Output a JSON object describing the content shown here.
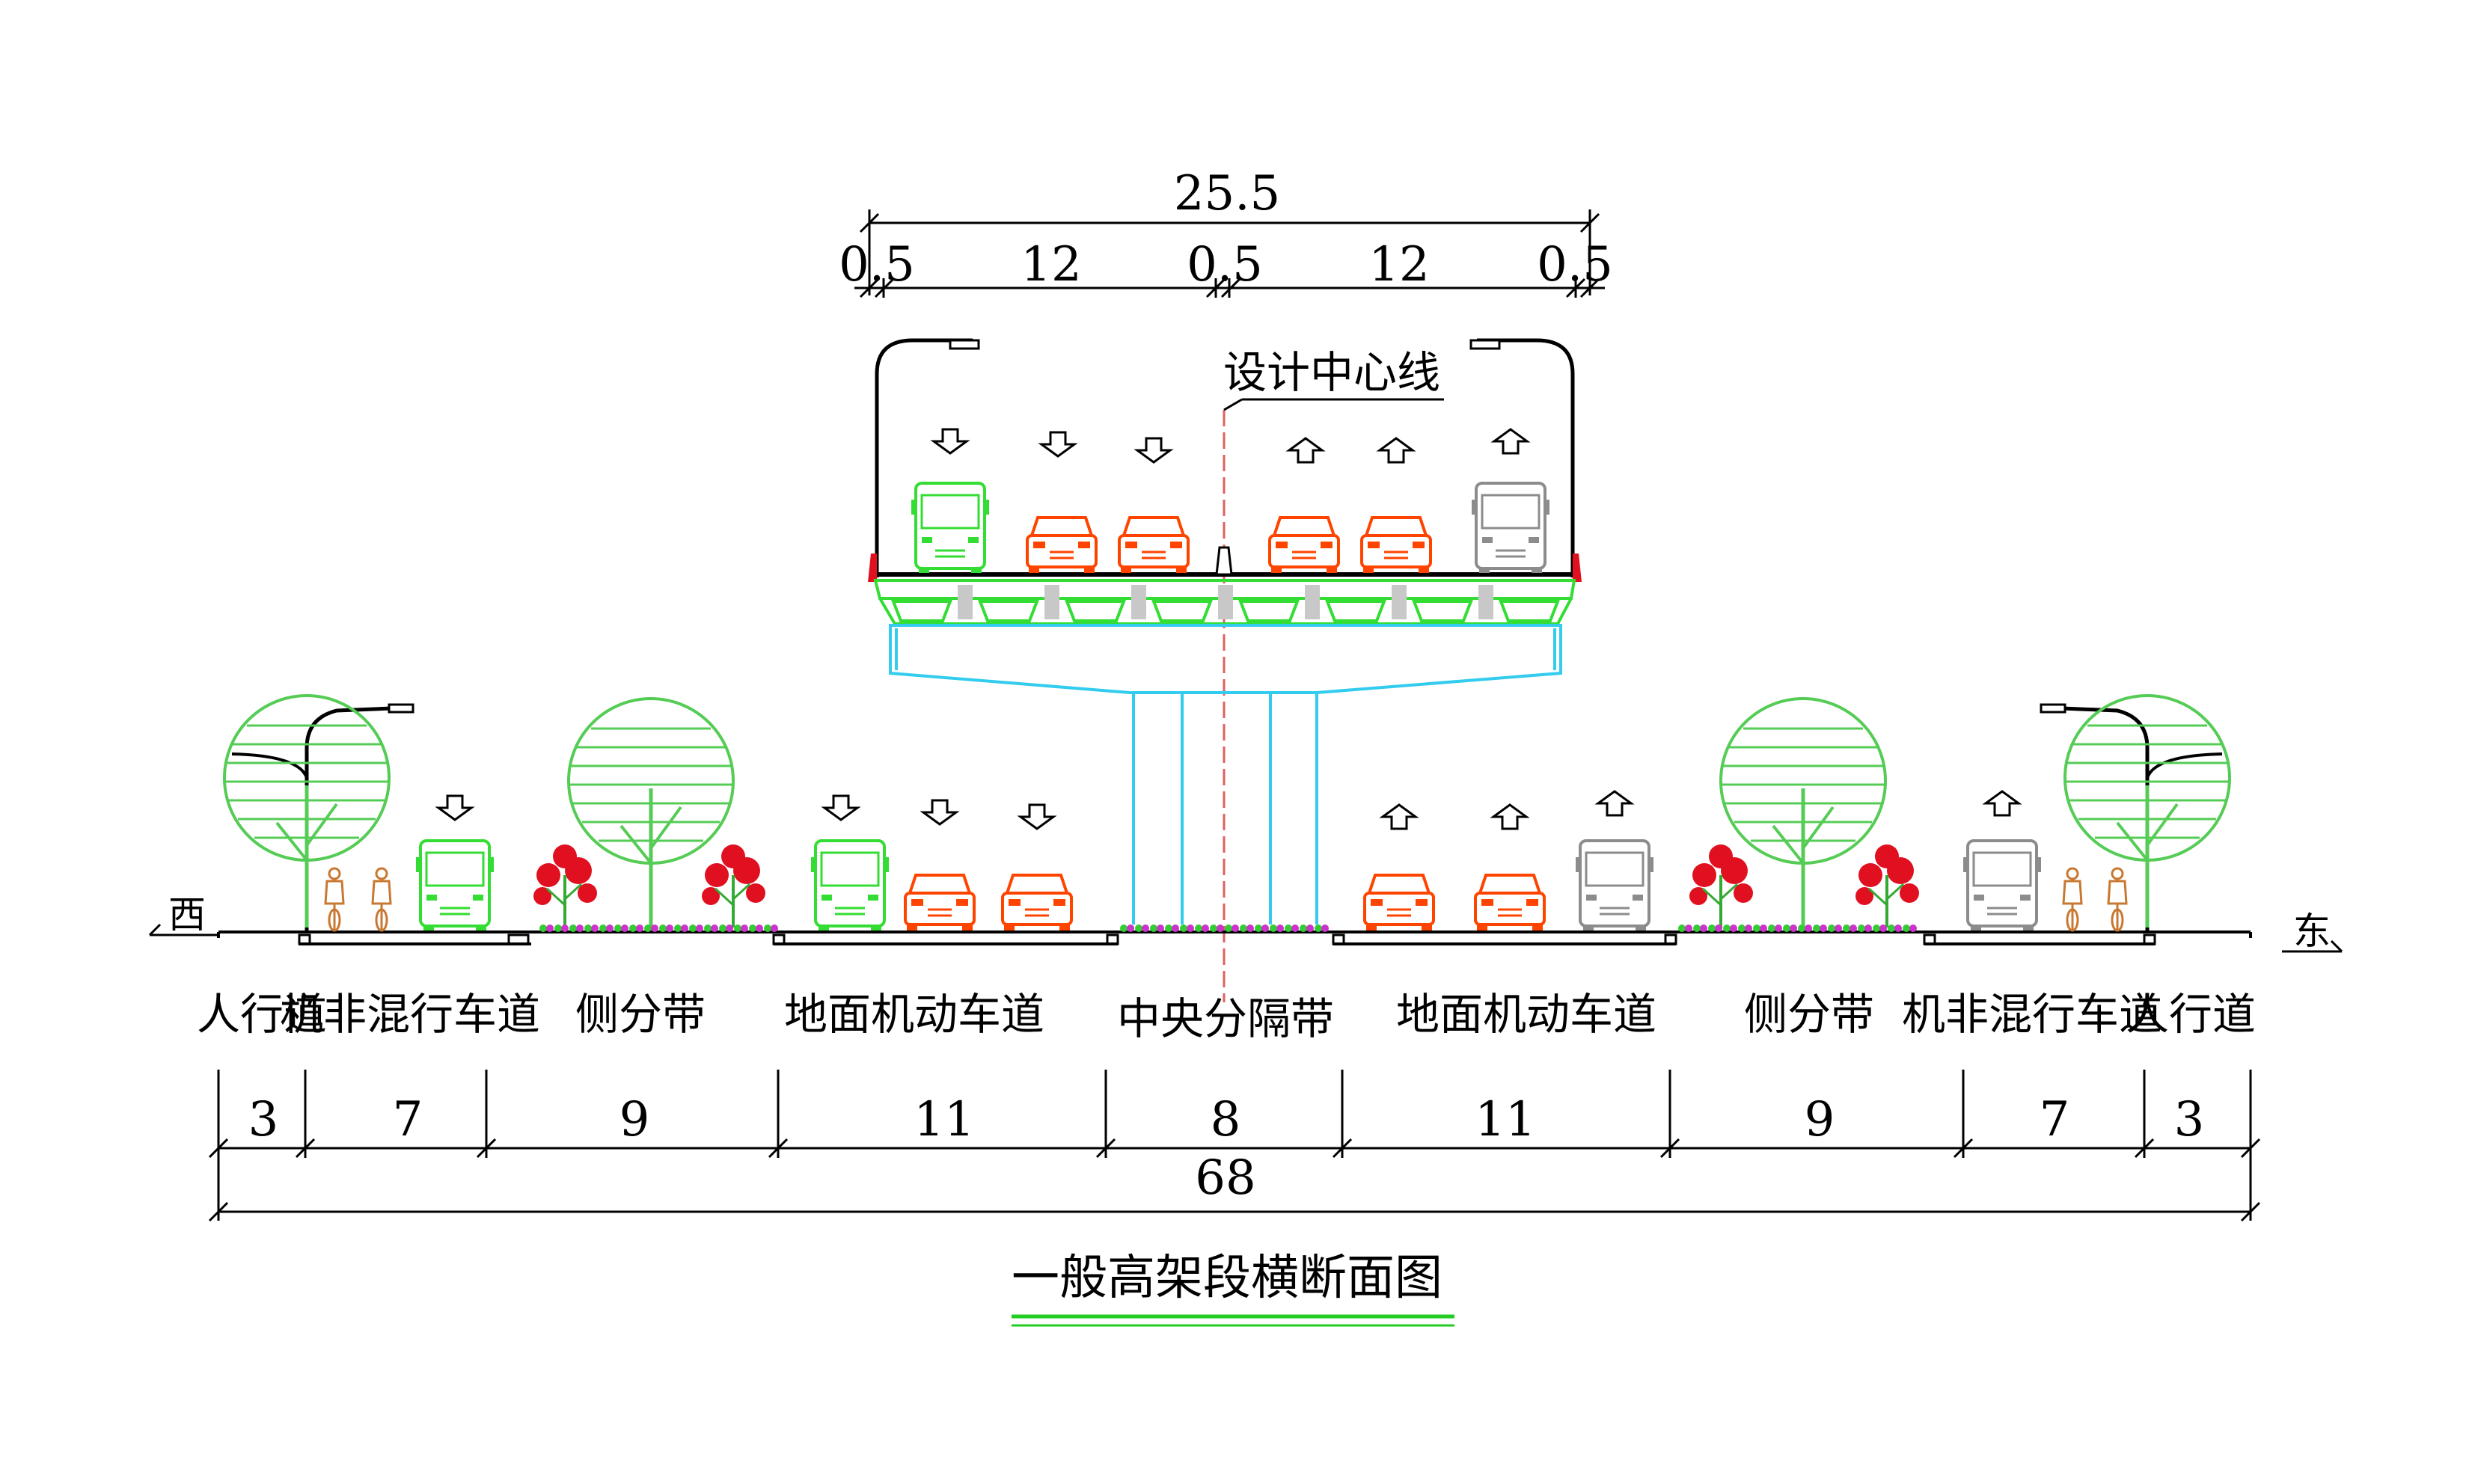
{
  "drawing": {
    "title": "一般高架段横断面图",
    "centerline_label": "设计中心线",
    "direction_west": "西",
    "direction_east": "东",
    "colors": {
      "green": "#33dd33",
      "orange": "#ff4400",
      "gray": "#8c8c8c",
      "cyan": "#33ccee",
      "tree": "#55cc55",
      "red_flower": "#e01020",
      "bike": "#c87830",
      "centerline": "#e06060",
      "title_underline": "#22cc22"
    }
  },
  "upper_dims": {
    "total": "25.5",
    "parts": [
      "0.5",
      "12",
      "0.5",
      "12",
      "0.5"
    ]
  },
  "ground_zones": [
    {
      "name": "人行道",
      "width": "3"
    },
    {
      "name": "机非混行车道",
      "width": "7"
    },
    {
      "name": "侧分带",
      "width": "9"
    },
    {
      "name": "地面机动车道",
      "width": "11"
    },
    {
      "name": "中央分隔带",
      "width": "8"
    },
    {
      "name": "地面机动车道",
      "width": "11"
    },
    {
      "name": "侧分带",
      "width": "9"
    },
    {
      "name": "机非混行车道",
      "width": "7"
    },
    {
      "name": "人行道",
      "width": "3"
    }
  ],
  "ground_total": "68"
}
